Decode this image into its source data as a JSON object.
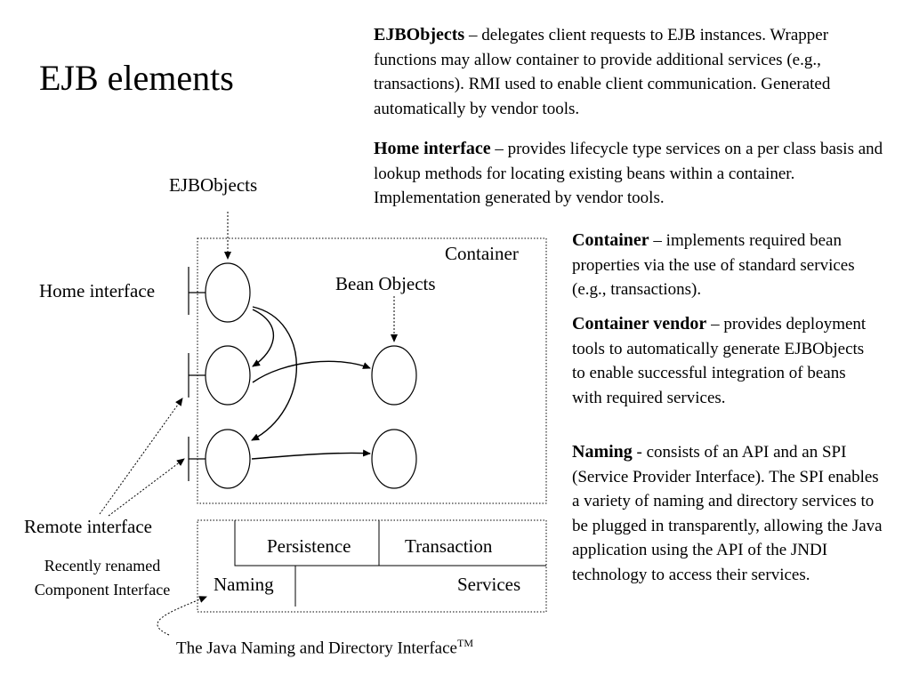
{
  "title": "EJB elements",
  "descriptions": [
    {
      "term": "EJBObjects",
      "sep": " – ",
      "text": "delegates client requests to EJB instances. Wrapper functions may allow container to provide additional services (e.g., transactions). RMI used to enable client communication. Generated automatically by vendor tools."
    },
    {
      "term": "Home interface",
      "sep": " – ",
      "text": "provides lifecycle type services on a per class basis and lookup methods for locating existing beans within a container. Implementation generated by vendor tools."
    },
    {
      "term": "Container",
      "sep": " – ",
      "text": "implements required bean properties via the use of standard services (e.g., transactions)."
    },
    {
      "term": "Container vendor",
      "sep": " – ",
      "text": "provides deployment tools to automatically generate EJBObjects to enable successful integration of beans with required services."
    },
    {
      "term": "Naming",
      "sep": " - ",
      "text": "consists of an API and an SPI (Service Provider Interface). The SPI enables a variety of naming and directory services to be plugged in transparently, allowing the Java application using the API of the JNDI technology to access their services."
    }
  ],
  "diagram": {
    "ejbobjects_label": "EJBObjects",
    "container_label": "Container",
    "bean_objects_label": "Bean Objects",
    "home_interface_label": "Home interface",
    "remote_interface_label": "Remote interface",
    "renamed_note": "Recently renamed Component Interface",
    "persistence_label": "Persistence",
    "transaction_label": "Transaction",
    "naming_label": "Naming",
    "services_label": "Services",
    "jndi_label": "The Java Naming and Directory Interface",
    "jndi_sup": "TM"
  }
}
